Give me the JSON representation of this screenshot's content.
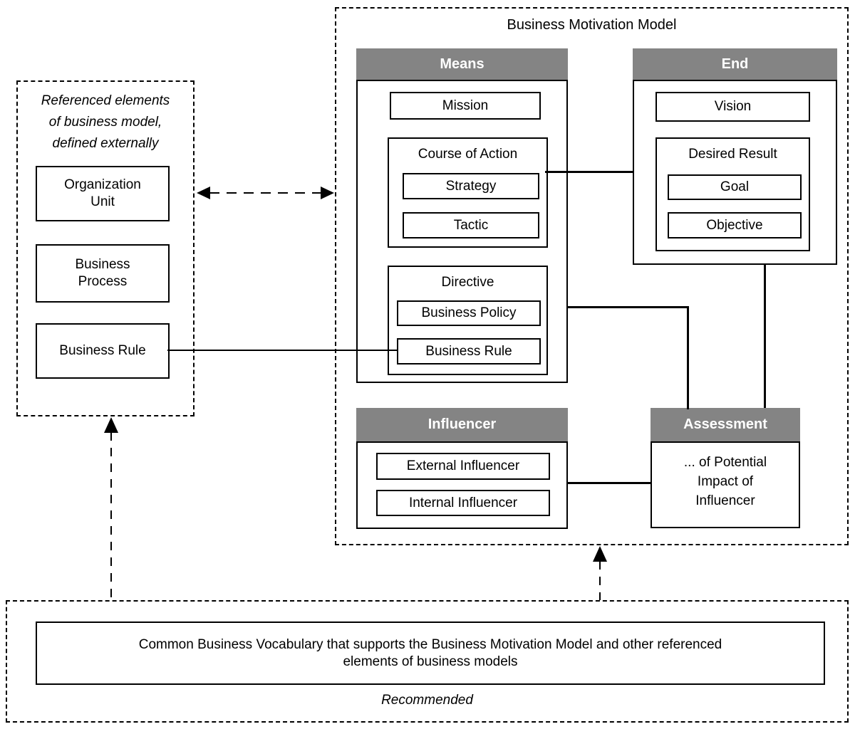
{
  "bmm": {
    "title": "Business Motivation Model",
    "means": {
      "header": "Means",
      "mission": "Mission",
      "course_of_action": {
        "label": "Course of Action",
        "strategy": "Strategy",
        "tactic": "Tactic"
      },
      "directive": {
        "label": "Directive",
        "business_policy": "Business Policy",
        "business_rule": "Business Rule"
      }
    },
    "end": {
      "header": "End",
      "vision": "Vision",
      "desired_result": {
        "label": "Desired Result",
        "goal": "Goal",
        "objective": "Objective"
      }
    },
    "influencer": {
      "header": "Influencer",
      "external": "External Influencer",
      "internal": "Internal Influencer"
    },
    "assessment": {
      "header": "Assessment",
      "body_lines": [
        "... of Potential",
        "Impact of",
        "Influencer"
      ]
    }
  },
  "referenced": {
    "title_lines": [
      "Referenced elements",
      "of business model,",
      "defined externally"
    ],
    "organization_unit_lines": [
      "Organization",
      "Unit"
    ],
    "business_process_lines": [
      "Business",
      "Process"
    ],
    "business_rule": "Business Rule"
  },
  "vocabulary": {
    "text_lines": [
      "Common Business Vocabulary that supports the Business Motivation Model and other referenced",
      "elements of business models"
    ],
    "note": "Recommended"
  },
  "colors": {
    "section_header_bg": "#848484",
    "section_header_text": "#ffffff",
    "line": "#000000",
    "background": "#ffffff"
  }
}
